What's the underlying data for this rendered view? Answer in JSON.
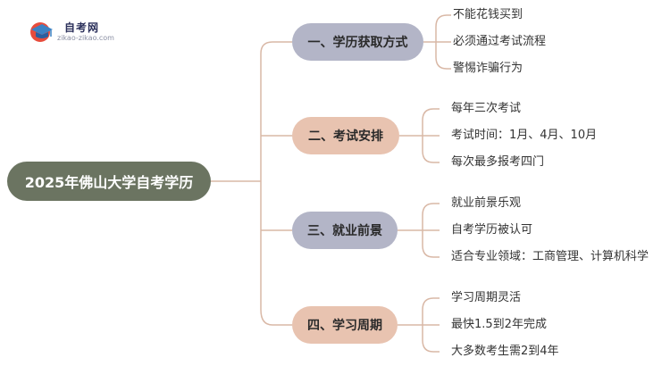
{
  "logo": {
    "title": "自考网",
    "url": "zikao-zikao.com",
    "icon": "graduation-cap-icon"
  },
  "root": {
    "label": "2025年佛山大学自考学历",
    "color": "#6b7461"
  },
  "branches": [
    {
      "label": "一、学历获取方式",
      "color": "#b3b5c7",
      "items": [
        "不能花钱买到",
        "必须通过考试流程",
        "警惕诈骗行为"
      ]
    },
    {
      "label": "二、考试安排",
      "color": "#e8c3b0",
      "items": [
        "每年三次考试",
        "考试时间：1月、4月、10月",
        "每次最多报考四门"
      ]
    },
    {
      "label": "三、就业前景",
      "color": "#b3b5c7",
      "items": [
        "就业前景乐观",
        "自考学历被认可",
        "适合专业领域：工商管理、计算机科学"
      ]
    },
    {
      "label": "四、学习周期",
      "color": "#e8c3b0",
      "items": [
        "学习周期灵活",
        "最快1.5到2年完成",
        "大多数考生需2到4年"
      ]
    }
  ],
  "connector_color": "#d9b8a6"
}
